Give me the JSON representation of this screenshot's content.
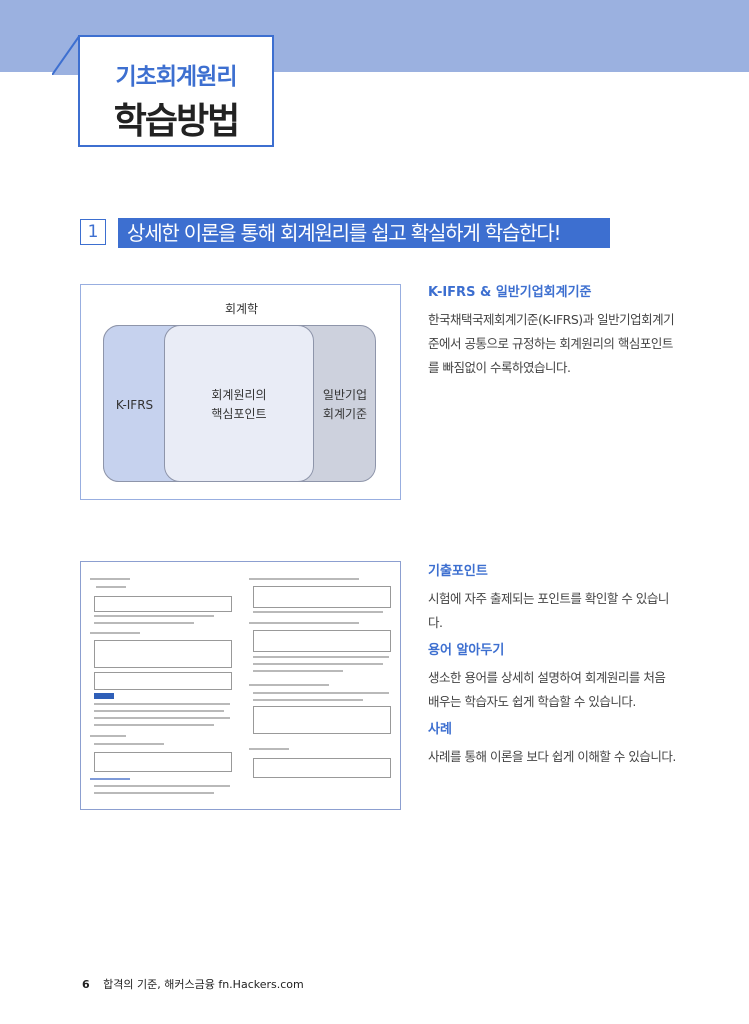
{
  "header": {
    "title_small": "기초회계원리",
    "title_big": "학습방법"
  },
  "section": {
    "number": "1",
    "heading": "상세한 이론을 통해 회계원리를 쉽고 확실하게 학습한다!"
  },
  "venn": {
    "top_label": "회계학",
    "left_label": "K-IFRS",
    "center_label_1": "회계원리의",
    "center_label_2": "핵심포인트",
    "right_label_1": "일반기업",
    "right_label_2": "회계기준"
  },
  "desc1": {
    "title": "K-IFRS & 일반기업회계기준",
    "body": "한국채택국제회계기준(K-IFRS)과  일반기업회계기준에서 공통으로 규정하는 회계원리의 핵심포인트를 빠짐없이 수록하였습니다."
  },
  "desc2": [
    {
      "title": "기출포인트",
      "body": "시험에 자주 출제되는 포인트를 확인할 수 있습니다."
    },
    {
      "title": "용어 알아두기",
      "body": "생소한 용어를 상세히 설명하여 회계원리를 처음 배우는 학습자도 쉽게 학습할 수 있습니다."
    },
    {
      "title": "사례",
      "body": "사례를 통해 이론을 보다 쉽게 이해할 수 있습니다."
    }
  ],
  "footer": {
    "page": "6",
    "text": "합격의 기준, 해커스금융  fn.Hackers.com"
  },
  "colors": {
    "accent": "#3d6fd0",
    "band": "#9bb1e0",
    "venn_left": "#c6d2ee",
    "venn_center": "#e9ecf6",
    "venn_right": "#cdd1dd"
  }
}
